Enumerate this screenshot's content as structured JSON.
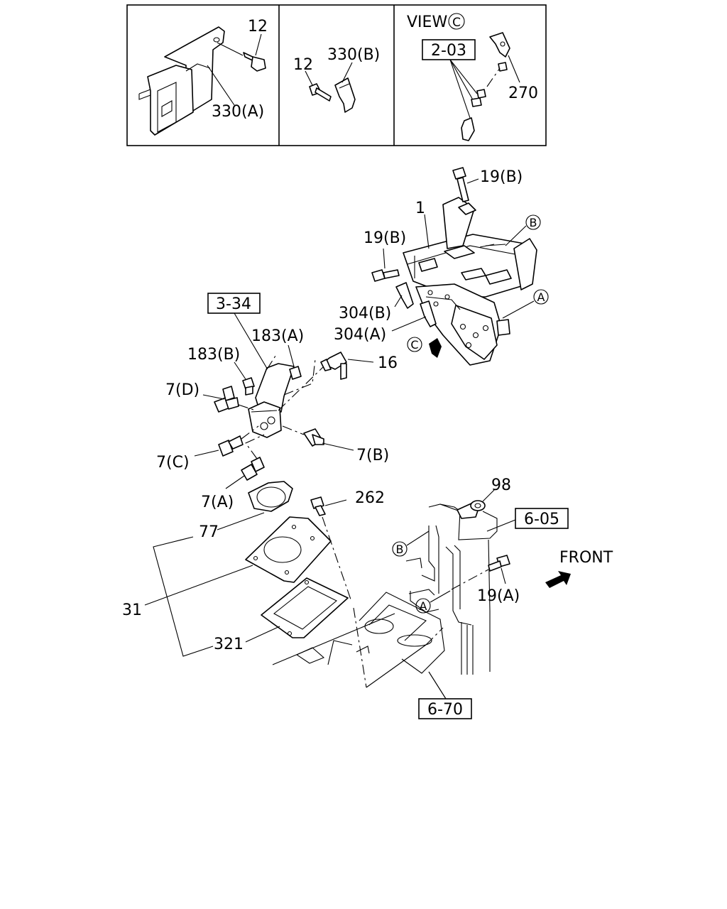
{
  "detail_views": {
    "panel1": {
      "bolt": "12",
      "bracket": "330(A)"
    },
    "panel2": {
      "bolt": "12",
      "bracket": "330(B)"
    },
    "panel3": {
      "view_label": "VIEW",
      "view_letter": "C",
      "ref_box": "2-03",
      "part": "270"
    }
  },
  "main": {
    "ref_boxes": {
      "r334": "3-34",
      "r605": "6-05",
      "r670": "6-70"
    },
    "labels": {
      "p19b_top": "19(B)",
      "p1": "1",
      "p19b_left": "19(B)",
      "p304b": "304(B)",
      "p304a": "304(A)",
      "p183a": "183(A)",
      "p183b": "183(B)",
      "p16": "16",
      "p7d": "7(D)",
      "p7c": "7(C)",
      "p7b": "7(B)",
      "p7a": "7(A)",
      "p262": "262",
      "p77": "77",
      "p31": "31",
      "p321": "321",
      "p98": "98",
      "p19a": "19(A)",
      "front": "FRONT"
    },
    "circles": {
      "b_top": "B",
      "a_right": "A",
      "c_view": "C",
      "b_lower": "B",
      "a_lower": "A"
    }
  }
}
